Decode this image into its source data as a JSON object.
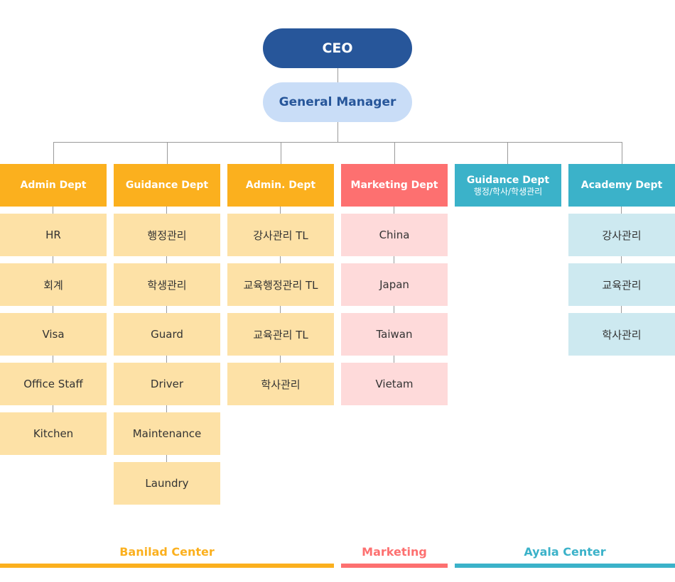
{
  "ceo": "CEO",
  "general_manager": "General Manager",
  "departments": [
    {
      "name": "Admin Dept",
      "sub": "",
      "color": "#fbb01e",
      "item_color": "#fde1a6",
      "items": [
        "HR",
        "회계",
        "Visa",
        "Office Staff",
        "Kitchen"
      ]
    },
    {
      "name": "Guidance Dept",
      "sub": "",
      "color": "#fbb01e",
      "item_color": "#fde1a6",
      "items": [
        "행정관리",
        "학생관리",
        "Guard",
        "Driver",
        "Maintenance",
        "Laundry"
      ]
    },
    {
      "name": "Admin. Dept",
      "sub": "",
      "color": "#fbb01e",
      "item_color": "#fde1a6",
      "items": [
        "강사관리 TL",
        "교육행정관리 TL",
        "교육관리 TL",
        "학사관리"
      ]
    },
    {
      "name": "Marketing Dept",
      "sub": "",
      "color": "#fd7070",
      "item_color": "#fedada",
      "items": [
        "China",
        "Japan",
        "Taiwan",
        "Vietam"
      ]
    },
    {
      "name": "Guidance Dept",
      "sub": "행정/학사/학생관리",
      "color": "#3bb2c9",
      "item_color": "#cde9f0",
      "items": []
    },
    {
      "name": "Academy Dept",
      "sub": "",
      "color": "#3bb2c9",
      "item_color": "#cde9f0",
      "items": [
        "강사관리",
        "교육관리",
        "학사관리"
      ]
    }
  ],
  "footer": [
    {
      "label": "Banilad Center",
      "color": "#fbb01e"
    },
    {
      "label": "Marketing",
      "color": "#fd7070"
    },
    {
      "label": "Ayala Center",
      "color": "#3bb2c9"
    }
  ]
}
